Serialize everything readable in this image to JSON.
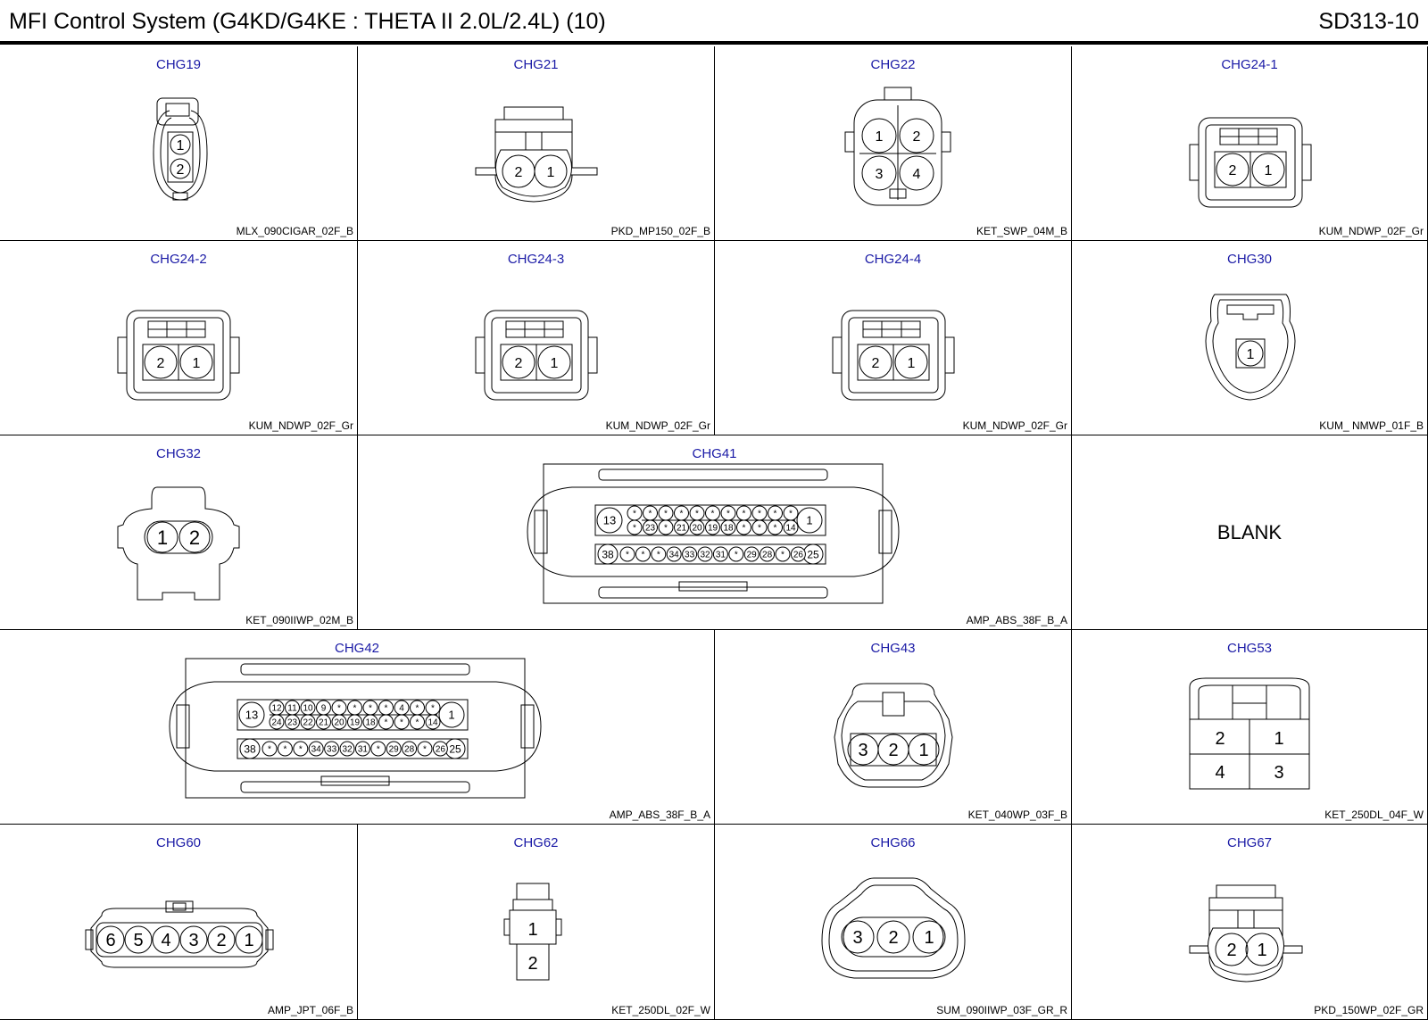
{
  "header": {
    "title": "MFI Control System (G4KD/G4KE : THETA II 2.0L/2.4L) (10)",
    "code": "SD313-10"
  },
  "connectors": [
    {
      "id": "CHG19",
      "part": "MLX_090CIGAR_02F_B"
    },
    {
      "id": "CHG21",
      "part": "PKD_MP150_02F_B"
    },
    {
      "id": "CHG22",
      "part": "KET_SWP_04M_B"
    },
    {
      "id": "CHG24-1",
      "part": "KUM_NDWP_02F_Gr"
    },
    {
      "id": "CHG24-2",
      "part": "KUM_NDWP_02F_Gr"
    },
    {
      "id": "CHG24-3",
      "part": "KUM_NDWP_02F_Gr"
    },
    {
      "id": "CHG24-4",
      "part": "KUM_NDWP_02F_Gr"
    },
    {
      "id": "CHG30",
      "part": "KUM_ NMWP_01F_B"
    },
    {
      "id": "CHG32",
      "part": "KET_090IIWP_02M_B"
    },
    {
      "id": "CHG41",
      "part": "AMP_ABS_38F_B_A"
    },
    {
      "id": "CHG42",
      "part": "AMP_ABS_38F_B_A"
    },
    {
      "id": "CHG43",
      "part": "KET_040WP_03F_B"
    },
    {
      "id": "CHG53",
      "part": "KET_250DL_04F_W"
    },
    {
      "id": "CHG60",
      "part": "AMP_JPT_06F_B"
    },
    {
      "id": "CHG62",
      "part": "KET_250DL_02F_W"
    },
    {
      "id": "CHG66",
      "part": "SUM_090IIWP_03F_GR_R"
    },
    {
      "id": "CHG67",
      "part": "PKD_150WP_02F_GR"
    }
  ],
  "blank_label": "BLANK",
  "pins": {
    "CHG19": [
      "1",
      "2"
    ],
    "CHG21": [
      "2",
      "1"
    ],
    "CHG22": [
      "1",
      "2",
      "3",
      "4"
    ],
    "CHG24": [
      "2",
      "1"
    ],
    "CHG30": [
      "1"
    ],
    "CHG32": [
      "1",
      "2"
    ],
    "ABS_row1": [
      "13",
      "*",
      "*",
      "*",
      "*",
      "*",
      "*",
      "*",
      "*",
      "*",
      "*",
      "*",
      "1"
    ],
    "ABS_row2": [
      "*",
      "23",
      "*",
      "21",
      "20",
      "19",
      "18",
      "*",
      "*",
      "*",
      "14"
    ],
    "ABS_row3": [
      "38",
      "*",
      "*",
      "*",
      "34",
      "33",
      "32",
      "31",
      "*",
      "29",
      "28",
      "*",
      "26",
      "25"
    ],
    "CHG42_row1": [
      "13",
      "12",
      "11",
      "10",
      "9",
      "*",
      "*",
      "*",
      "*",
      "4",
      "*",
      "*",
      "1"
    ],
    "CHG42_row2": [
      "24",
      "23",
      "22",
      "21",
      "20",
      "19",
      "18",
      "*",
      "*",
      "*",
      "14"
    ],
    "CHG43": [
      "3",
      "2",
      "1"
    ],
    "CHG53": [
      "2",
      "1",
      "4",
      "3"
    ],
    "CHG60": [
      "6",
      "5",
      "4",
      "3",
      "2",
      "1"
    ],
    "CHG62": [
      "1",
      "2"
    ],
    "CHG66": [
      "3",
      "2",
      "1"
    ],
    "CHG67": [
      "2",
      "1"
    ]
  }
}
